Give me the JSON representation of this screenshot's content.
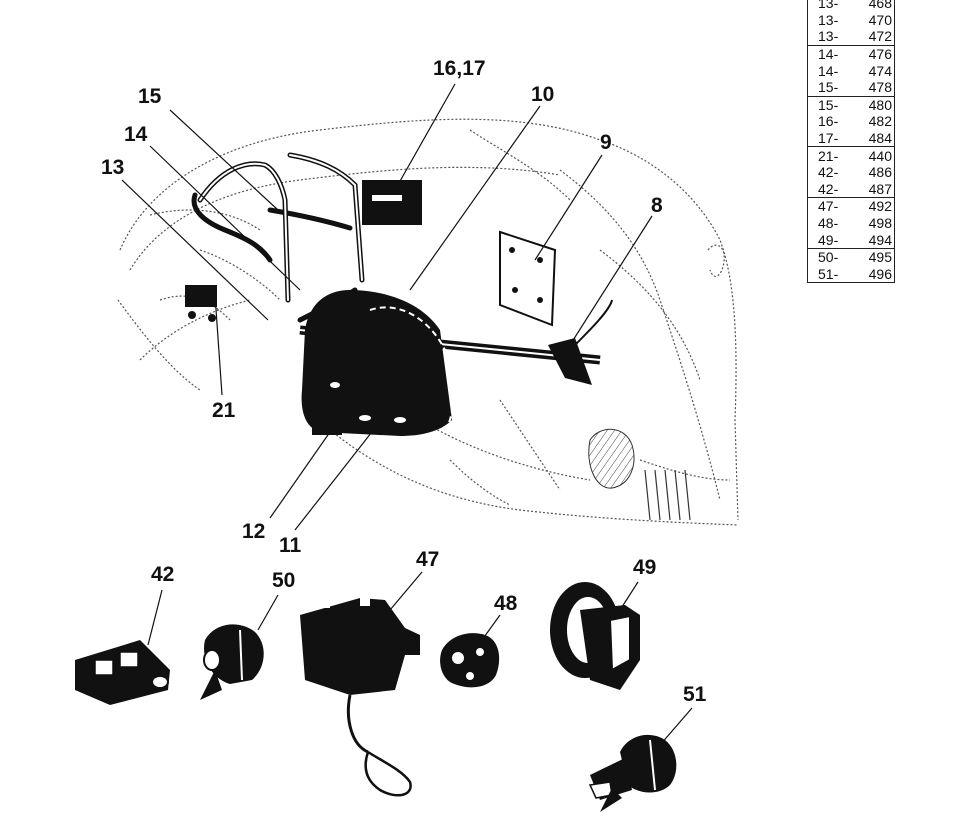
{
  "callouts": {
    "c8": "8",
    "c9": "9",
    "c10": "10",
    "c11": "11",
    "c12": "12",
    "c13": "13",
    "c14": "14",
    "c15": "15",
    "c16_17": "16,17",
    "c21": "21",
    "c42": "42",
    "c47": "47",
    "c48": "48",
    "c49": "49",
    "c50": "50",
    "c51": "51"
  },
  "reference_table": {
    "groups": [
      [
        {
          "item": "13-",
          "ref": "468"
        },
        {
          "item": "13-",
          "ref": "470"
        },
        {
          "item": "13-",
          "ref": "472"
        }
      ],
      [
        {
          "item": "14-",
          "ref": "476"
        },
        {
          "item": "14-",
          "ref": "474"
        },
        {
          "item": "15-",
          "ref": "478"
        }
      ],
      [
        {
          "item": "15-",
          "ref": "480"
        },
        {
          "item": "16-",
          "ref": "482"
        },
        {
          "item": "17-",
          "ref": "484"
        }
      ],
      [
        {
          "item": "21-",
          "ref": "440"
        },
        {
          "item": "42-",
          "ref": "486"
        },
        {
          "item": "42-",
          "ref": "487"
        }
      ],
      [
        {
          "item": "47-",
          "ref": "492"
        },
        {
          "item": "48-",
          "ref": "498"
        },
        {
          "item": "49-",
          "ref": "494"
        }
      ],
      [
        {
          "item": "50-",
          "ref": "495"
        },
        {
          "item": "51-",
          "ref": "496"
        }
      ]
    ]
  }
}
